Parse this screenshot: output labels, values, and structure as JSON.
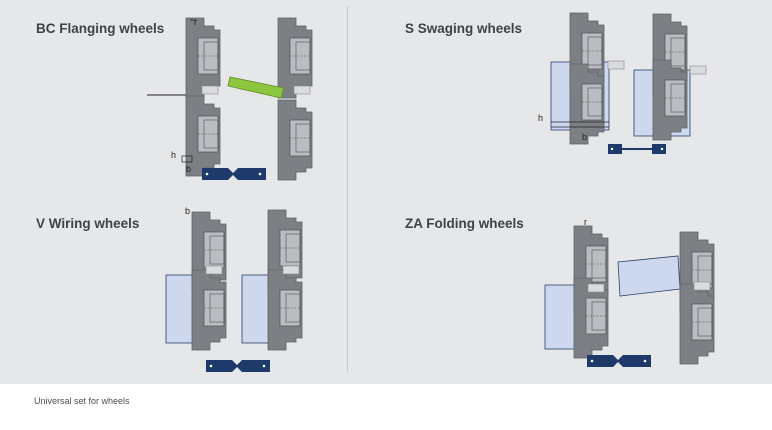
{
  "sections": {
    "bc": {
      "title": "BC Flanging wheels",
      "labels": {
        "r": "r",
        "h": "h",
        "b": "b"
      }
    },
    "s": {
      "title": "S Swaging wheels",
      "labels": {
        "h": "h",
        "b": "b"
      }
    },
    "v": {
      "title": "V Wiring wheels",
      "labels": {
        "b": "b"
      }
    },
    "za": {
      "title": "ZA Folding wheels",
      "labels": {
        "r": "r"
      }
    }
  },
  "caption": "Universal set for wheels",
  "colors": {
    "background": "#e6e7e9",
    "wheel": "#7c7f83",
    "wheel_dark": "#5f6266",
    "bearing": "#b9bcc0",
    "sheet_blue": "#cdd7ee",
    "sheet_green": "#8cc63f",
    "profile_navy": "#1d3a6b"
  }
}
